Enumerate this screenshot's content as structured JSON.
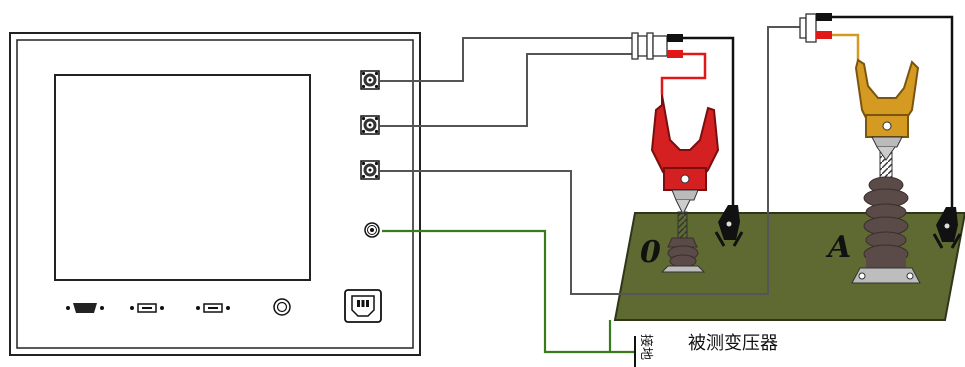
{
  "diagram": {
    "terminal_low": "0",
    "terminal_high": "A",
    "ground_label": "接地",
    "device_under_test": "被测变压器"
  },
  "colors": {
    "cable_gray": "#555555",
    "ground_green": "#3a7a1a",
    "clip_red": "#d42020",
    "clip_yellow": "#d49a22",
    "board": "#5e6a32",
    "bushing": "#5a4a48"
  }
}
